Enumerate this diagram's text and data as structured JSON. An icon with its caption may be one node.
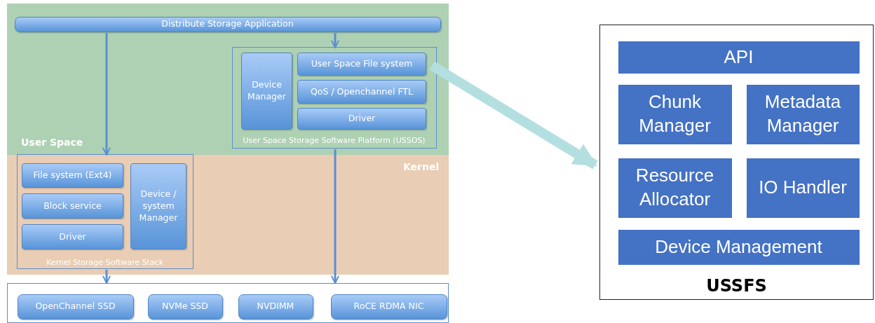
{
  "diagram": {
    "nodes": [
      {
        "text": [
          "User Space"
        ]
      },
      {
        "text": [
          "Kernel"
        ]
      },
      {
        "text": [
          "Distribute Storage Application"
        ],
        "in": 0
      },
      {
        "text": [
          "User Space Storage Software Platform (USSOS)"
        ],
        "in": 0
      },
      {
        "text": [
          "Device Manager"
        ],
        "in": 3
      },
      {
        "text": [
          "User Space File system"
        ],
        "in": 3
      },
      {
        "text": [
          "QoS / Openchannel FTL"
        ],
        "in": 3
      },
      {
        "text": [
          "Driver"
        ],
        "in": 3
      },
      {
        "text": [
          "Kernel Storage Software Stack"
        ],
        "in": 1
      },
      {
        "text": [
          "File system (Ext4)"
        ],
        "in": 8
      },
      {
        "text": [
          "Block service"
        ],
        "in": 8
      },
      {
        "text": [
          "Driver"
        ],
        "in": 8
      },
      {
        "text": [
          "Device / system Manager"
        ],
        "in": 8
      },
      {
        "text": [],
        "shape": "box"
      },
      {
        "text": [
          "OpenChannel SSD"
        ],
        "in": 13
      },
      {
        "text": [
          "NVMe SSD"
        ],
        "in": 13
      },
      {
        "text": [
          "NVDIMM"
        ],
        "in": 13
      },
      {
        "text": [
          "RoCE RDMA NIC"
        ],
        "in": 13
      },
      {
        "text": [
          "USSFS"
        ]
      },
      {
        "text": [
          "API"
        ],
        "in": 18
      },
      {
        "text": [
          "Chunk Manager"
        ],
        "in": 18
      },
      {
        "text": [
          "Metadata Manager"
        ],
        "in": 18
      },
      {
        "text": [
          "Resource Allocator"
        ],
        "in": 18
      },
      {
        "text": [
          "IO Handler"
        ],
        "in": 18
      },
      {
        "text": [
          "Device Management"
        ],
        "in": 18
      }
    ],
    "edges": [
      {
        "from": 2,
        "to": 8,
        "arrow": "to"
      },
      {
        "from": 2,
        "to": 3,
        "arrow": "to"
      },
      {
        "from": 3,
        "to": 13,
        "arrow": "to"
      },
      {
        "from": 8,
        "to": 13,
        "arrow": "to"
      },
      {
        "from": 5,
        "to": 18,
        "arrow": "to",
        "style": "thick",
        "color": "#b4dfe0"
      }
    ]
  }
}
